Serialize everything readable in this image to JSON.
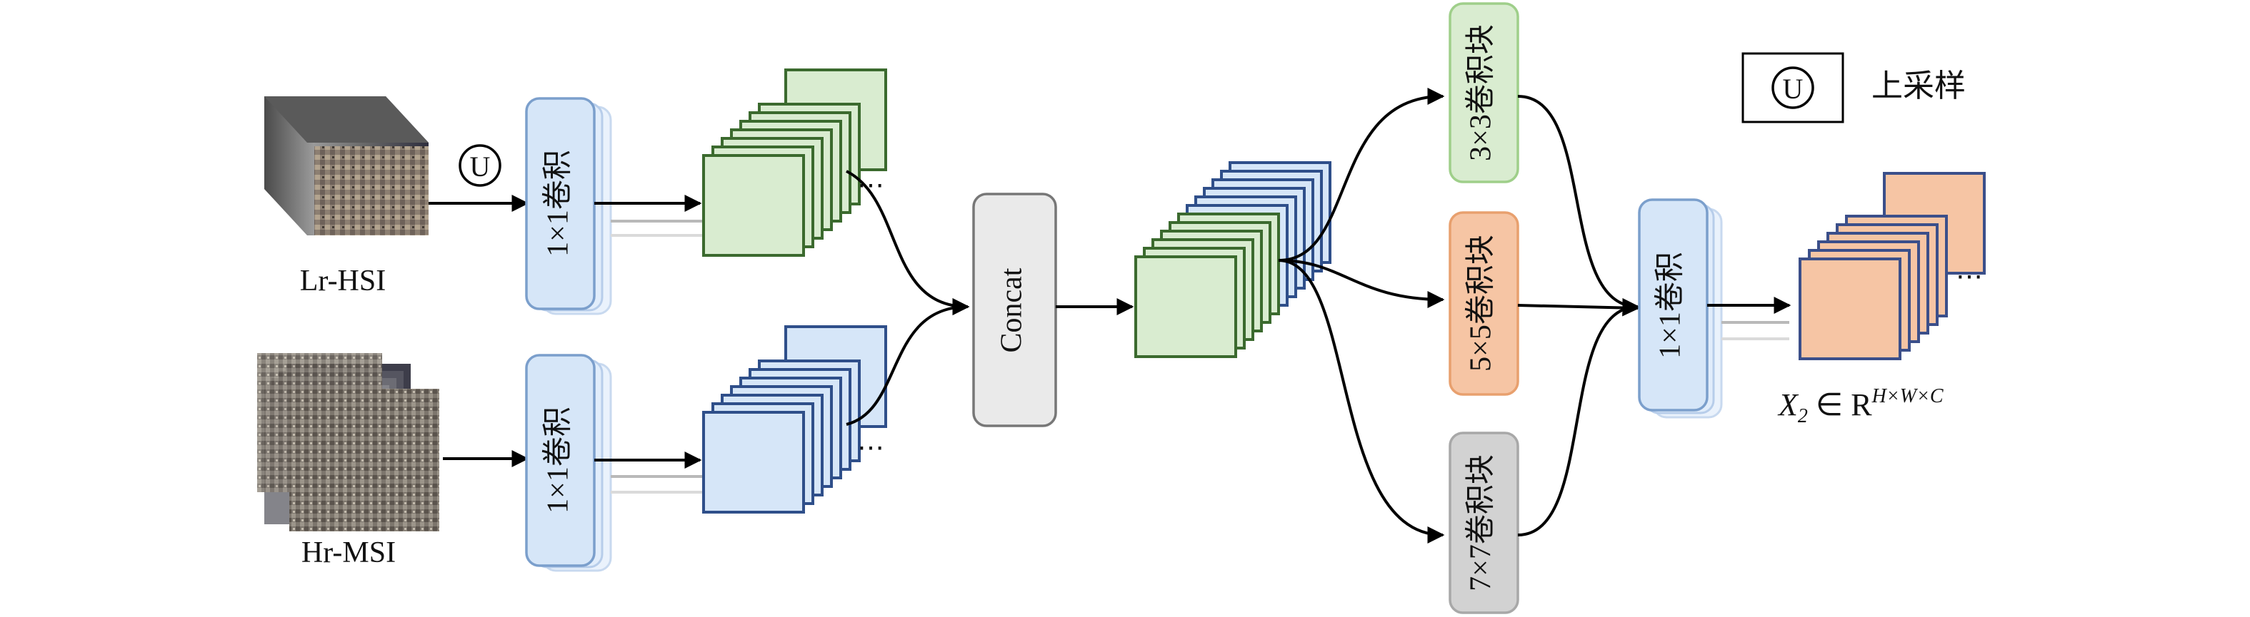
{
  "inputs": {
    "lr_label": "Lr-HSI",
    "hr_label": "Hr-MSI"
  },
  "upsample_symbol": "U",
  "conv1x1_label": "1×1卷积",
  "concat_label": "Concat",
  "branches": [
    {
      "label": "3×3卷积块",
      "color": "#d9ecd0",
      "border": "#9fcf8a"
    },
    {
      "label": "5×5卷积块",
      "color": "#f6c5a4",
      "border": "#e8a06e"
    },
    {
      "label": "7×7卷积块",
      "color": "#d2d2d2",
      "border": "#a8a8a8"
    }
  ],
  "fuse_conv_label": "1×1卷积",
  "output_label": "X",
  "output_sub": "2",
  "output_in": " ∈ R",
  "output_sup": "H×W×C",
  "legend": {
    "symbol": "U",
    "text": "上采样"
  },
  "ellipsis": "⋯",
  "colors": {
    "green_fill": "#d9ecd0",
    "green_stroke": "#3b6a2e",
    "blue_fill": "#d6e6f8",
    "blue_stroke": "#2f4f8a",
    "orange_fill": "#f6c5a4",
    "orange_stroke": "#3b4f8a",
    "conv_fill": "#d6e6f8",
    "conv_stroke": "#7b9fcc"
  }
}
